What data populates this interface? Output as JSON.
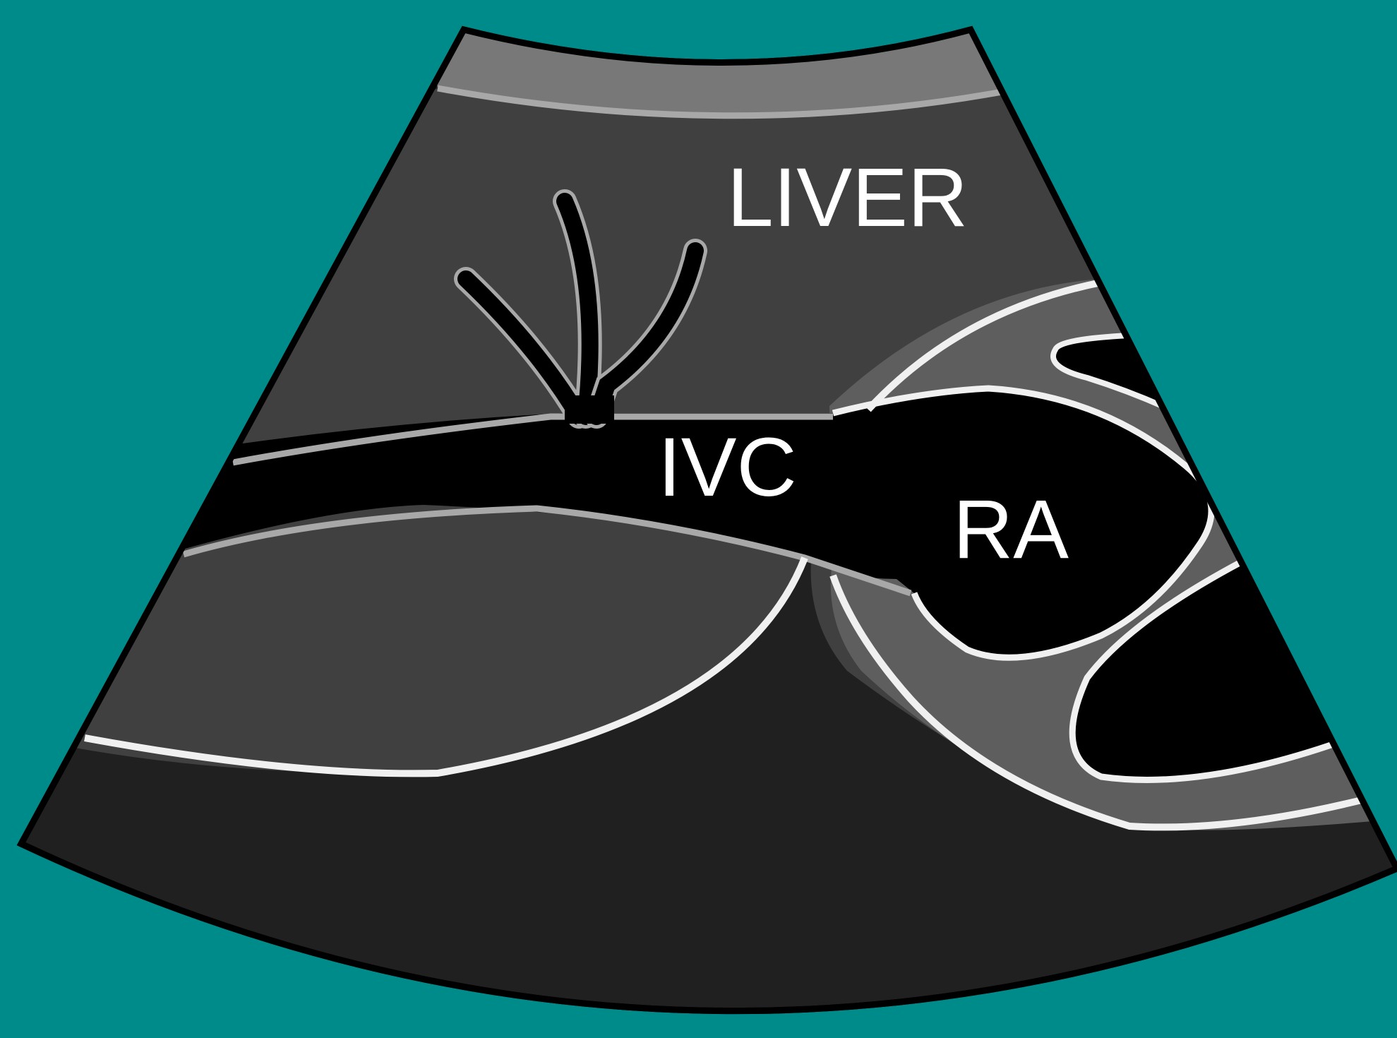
{
  "diagram": {
    "labels": {
      "liver": "LIVER",
      "ivc": "IVC",
      "ra": "RA"
    },
    "colors": {
      "background": "#008b8b",
      "far_field": "#202020",
      "liver_tissue": "#404040",
      "near_field_band": "#787878",
      "vessel_lumen": "#000000",
      "pericardium": "#5e5e5e",
      "interface_white": "#f0f0f0",
      "interface_gray": "#a8a8a8",
      "label_text": "#ffffff"
    }
  }
}
